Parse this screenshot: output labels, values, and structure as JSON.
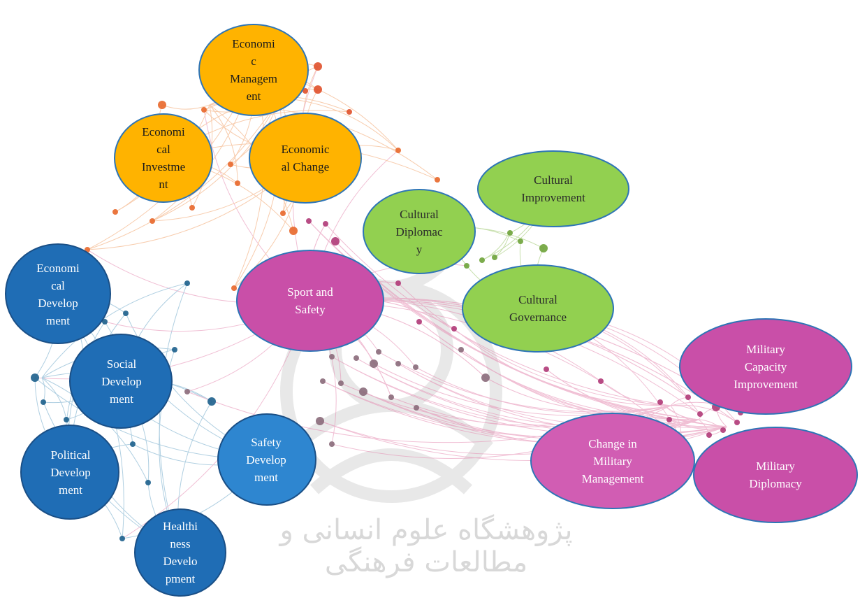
{
  "watermark": {
    "caption": "پژوهشگاه علوم انسانی و مطالعات فرهنگی"
  },
  "colors": {
    "economic": "#FFB300",
    "economic_stroke": "#2E75B6",
    "cultural": "#92D050",
    "cultural_stroke": "#2E75B6",
    "military": "#C94FA8",
    "military_stroke": "#2E75B6",
    "development": "#1F6DB5",
    "development_stroke": "#1A4F86",
    "edge_orange": "#F2A36B",
    "edge_blue": "#6FA8C9",
    "edge_pink": "#E58BB1",
    "edge_green": "#9BC66B"
  },
  "nodes": {
    "economic_management": "Economi\nc\nManagem\nent",
    "economical_investment": "Economi\ncal\nInvestme\nnt",
    "economical_change": "Economic\nal Change",
    "cultural_diplomacy": "Cultural\nDiplomac\ny",
    "cultural_improvement": "Cultural\nImprovement",
    "cultural_governance": "Cultural\nGovernance",
    "sport_and_safety": "Sport and\nSafety",
    "economical_development": "Economi\ncal\nDevelop\nment",
    "social_development": "Social\nDevelop\nment",
    "political_development": "Political\nDevelop\nment",
    "safety_development": "Safety\nDevelop\nment",
    "healthiness_development": "Healthi\nness\nDevelo\npment",
    "military_capacity_improvement": "Military\nCapacity\nImprovement",
    "change_in_military_management": "Change in\nMilitary\nManagement",
    "military_diplomacy": "Military\nDiplomacy"
  }
}
